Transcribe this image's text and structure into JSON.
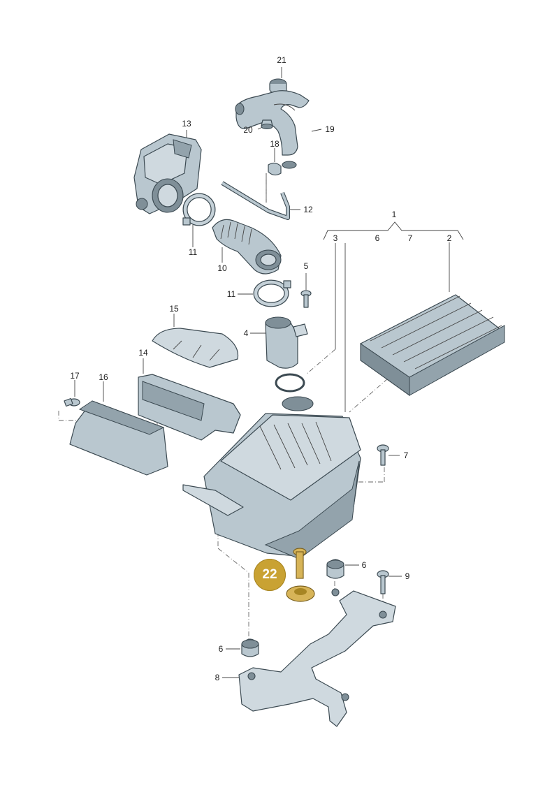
{
  "labels": {
    "p1": "1",
    "p2": "2",
    "p3": "3",
    "p4": "4",
    "p5": "5",
    "p6a": "6",
    "p6b": "6",
    "p6c": "6",
    "p7a": "7",
    "p7b": "7",
    "p8": "8",
    "p9": "9",
    "p10": "10",
    "p11a": "11",
    "p11b": "11",
    "p12": "12",
    "p13": "13",
    "p14": "14",
    "p15": "15",
    "p16": "16",
    "p17": "17",
    "p18": "18",
    "p19": "19",
    "p20": "20",
    "p21": "21"
  },
  "highlight": {
    "label": "22",
    "color": "#c9a233"
  }
}
